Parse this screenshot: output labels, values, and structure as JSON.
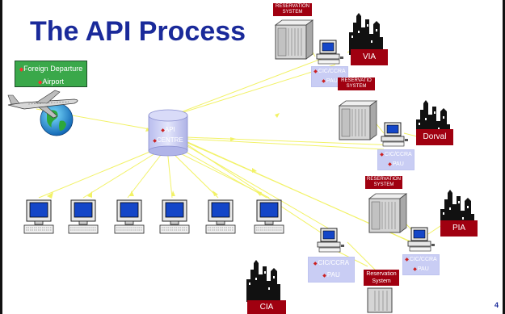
{
  "slide": {
    "title": "The API Process",
    "page_number": "4"
  },
  "airport": {
    "line1": "Foreign Departure",
    "line2": "Airport"
  },
  "api_centre": {
    "line1": "API",
    "line2": "CENTRE"
  },
  "sites": [
    {
      "city": "VIA",
      "reservation": "RESERVATION SYSTEM",
      "pau1": "CIC/CCRA",
      "pau2": "PAU"
    },
    {
      "city": "Dorval",
      "reservation": "RESERVATIO SYSTEM",
      "pau1": "CIC/CCRA",
      "pau2": "PAU"
    },
    {
      "city": "PIA",
      "reservation": "RESERVATION SYSTEM",
      "pau1": "CIC/CCRA",
      "pau2": "PAU"
    },
    {
      "city": "CIA",
      "reservation": "Reservation System",
      "pau1": "CIC/CCRA",
      "pau2": "PAU"
    }
  ],
  "colors": {
    "title": "#1a2a9a",
    "reservation_box": "#a00010",
    "pau_box": "#c9cdf4",
    "airport_box": "#3aa84a",
    "link_line": "#f2f266"
  }
}
